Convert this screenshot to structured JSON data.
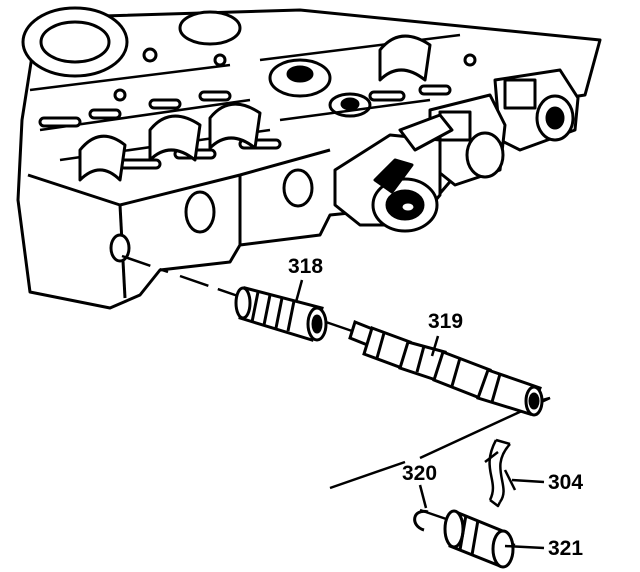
{
  "callouts": {
    "c318": "318",
    "c319": "319",
    "c320": "320",
    "c304": "304",
    "c321": "321"
  },
  "colors": {
    "ink": "#000000",
    "paper": "#ffffff"
  }
}
